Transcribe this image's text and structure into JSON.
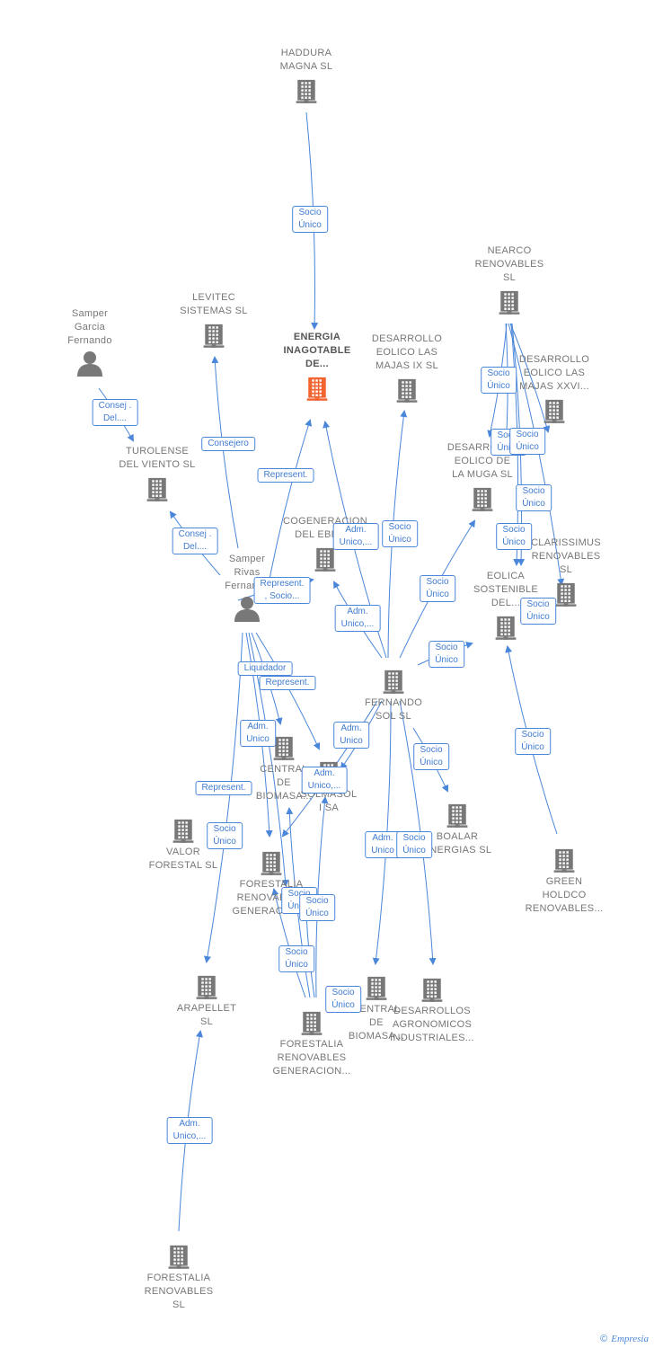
{
  "nodes": {
    "haddura": {
      "label": "HADDURA\nMAGNA  SL",
      "kind": "company"
    },
    "energia": {
      "label": "ENERGIA\nINAGOTABLE\nDE...",
      "kind": "focus"
    },
    "levitec": {
      "label": "LEVITEC\nSISTEMAS  SL",
      "kind": "company"
    },
    "samper_garcia": {
      "label": "Samper\nGarcia\nFernando",
      "kind": "person"
    },
    "turolense": {
      "label": "TUROLENSE\nDEL VIENTO SL",
      "kind": "company"
    },
    "samper_rivas": {
      "label": "Samper\nRivas\nFernando",
      "kind": "person"
    },
    "desarrollo_ix": {
      "label": "DESARROLLO\nEOLICO LAS\nMAJAS IX  SL",
      "kind": "company"
    },
    "nearco": {
      "label": "NEARCO\nRENOVABLES\nSL",
      "kind": "company"
    },
    "desarrollo_xxvi": {
      "label": "DESARROLLO\nEOLICO LAS\nMAJAS XXVI...",
      "kind": "company"
    },
    "desarrollo_muga": {
      "label": "DESARROLLO\nEOLICO DE\nLA MUGA SL",
      "kind": "company"
    },
    "cogeneracion": {
      "label": "COGENERACION\nDEL EBRO...",
      "kind": "company"
    },
    "clarissimus": {
      "label": "CLARISSIMUS\nRENOVABLES\nSL",
      "kind": "company"
    },
    "eolica": {
      "label": "EOLICA\nSOSTENIBLE\nDEL...",
      "kind": "company"
    },
    "fernando_sol": {
      "label": "FERNANDO\nSOL SL",
      "kind": "company"
    },
    "central_1": {
      "label": "CENTRAL\nDE\nBIOMASA...",
      "kind": "company"
    },
    "solmasol": {
      "label": "SOLMASOL\nI SA",
      "kind": "company"
    },
    "boalar": {
      "label": "BOALAR\nENERGIAS  SL",
      "kind": "company"
    },
    "valor_forestal": {
      "label": "VALOR\nFORESTAL SL",
      "kind": "company"
    },
    "forestalia_gen_1": {
      "label": "FORESTALIA\nRENOVABLES\nGENERACION...",
      "kind": "company"
    },
    "green_holdco": {
      "label": "GREEN\nHOLDCO\nRENOVABLES...",
      "kind": "company"
    },
    "arapellet": {
      "label": "ARAPELLET\nSL",
      "kind": "company"
    },
    "central_2": {
      "label": "CENTRAL\nDE\nBIOMASA...",
      "kind": "company"
    },
    "desarrollos_agro": {
      "label": "DESARROLLOS\nAGRONOMICOS\nINDUSTRIALES...",
      "kind": "company"
    },
    "forestalia_gen_2": {
      "label": "FORESTALIA\nRENOVABLES\nGENERACION...",
      "kind": "company"
    },
    "forestalia_sl": {
      "label": "FORESTALIA\nRENOVABLES\nSL",
      "kind": "company"
    }
  },
  "edges": [
    {
      "from": "haddura",
      "to": "energia",
      "label": "Socio\nÚnico"
    },
    {
      "from": "samper_garcia",
      "to": "turolense",
      "label": "Consej .\nDel...."
    },
    {
      "from": "samper_rivas",
      "to": "levitec",
      "label": "Consejero"
    },
    {
      "from": "samper_rivas",
      "to": "energia",
      "label": "Represent."
    },
    {
      "from": "samper_rivas",
      "to": "turolense",
      "label": "Consej .\nDel...."
    },
    {
      "from": "samper_rivas",
      "to": "cogeneracion",
      "label": "Represent.\n, Socio..."
    },
    {
      "from": "fernando_sol",
      "to": "energia",
      "label": "Adm.\nUnico,..."
    },
    {
      "from": "fernando_sol",
      "to": "desarrollo_ix",
      "label": "Socio\nÚnico"
    },
    {
      "from": "fernando_sol",
      "to": "cogeneracion",
      "label": "Adm.\nUnico,..."
    },
    {
      "from": "fernando_sol",
      "to": "desarrollo_muga",
      "label": "Socio\nÚnico"
    },
    {
      "from": "fernando_sol",
      "to": "eolica",
      "label": "Socio\nÚnico"
    },
    {
      "from": "nearco",
      "to": "desarrollo_muga",
      "label": "Socio\nÚnico"
    },
    {
      "from": "nearco",
      "to": "eolica",
      "label": "Socio\nÚnico"
    },
    {
      "from": "nearco",
      "to": "desarrollo_xxvi",
      "label": "Socio\nÚnico"
    },
    {
      "from": "nearco",
      "to": "clarissimus",
      "label": "Socio\nÚnico"
    },
    {
      "from": "nearco",
      "to": "eolica",
      "label": "Socio\nÚnico"
    },
    {
      "from": "nearco",
      "to": "eolica",
      "label": "Socio\nÚnico"
    },
    {
      "from": "green_holdco",
      "to": "eolica",
      "label": "Socio\nÚnico"
    },
    {
      "from": "samper_rivas",
      "to": "central_1",
      "label": "Liquidador"
    },
    {
      "from": "samper_rivas",
      "to": "solmasol",
      "label": "Represent."
    },
    {
      "from": "samper_rivas",
      "to": "forestalia_gen_1",
      "label": "Adm.\nUnico"
    },
    {
      "from": "samper_rivas",
      "to": "arapellet",
      "label": "Represent."
    },
    {
      "from": "samper_rivas",
      "to": "forestalia_gen_1",
      "label": "Socio\nÚnico"
    },
    {
      "from": "fernando_sol",
      "to": "solmasol",
      "label": "Adm.\nUnico"
    },
    {
      "from": "fernando_sol",
      "to": "forestalia_gen_1",
      "label": "Adm.\nUnico,..."
    },
    {
      "from": "fernando_sol",
      "to": "boalar",
      "label": "Socio\nÚnico"
    },
    {
      "from": "fernando_sol",
      "to": "central_2",
      "label": "Adm.\nUnico"
    },
    {
      "from": "fernando_sol",
      "to": "desarrollos_agro",
      "label": "Socio\nÚnico"
    },
    {
      "from": "forestalia_gen_2",
      "to": "central_1",
      "label": "Socio\nÚnico"
    },
    {
      "from": "forestalia_gen_2",
      "to": "forestalia_gen_1",
      "label": "Socio\nÚnico"
    },
    {
      "from": "forestalia_gen_2",
      "to": "forestalia_gen_1",
      "label": "Socio\nÚnico"
    },
    {
      "from": "forestalia_gen_2",
      "to": "solmasol",
      "label": "Socio\nÚnico"
    },
    {
      "from": "forestalia_sl",
      "to": "arapellet",
      "label": "Adm.\nUnico,..."
    }
  ],
  "brand": {
    "copyright": "©",
    "name": "Empresia"
  },
  "colors": {
    "edge": "#4a86d9",
    "icon": "#787878",
    "focus_icon": "#f26430"
  }
}
